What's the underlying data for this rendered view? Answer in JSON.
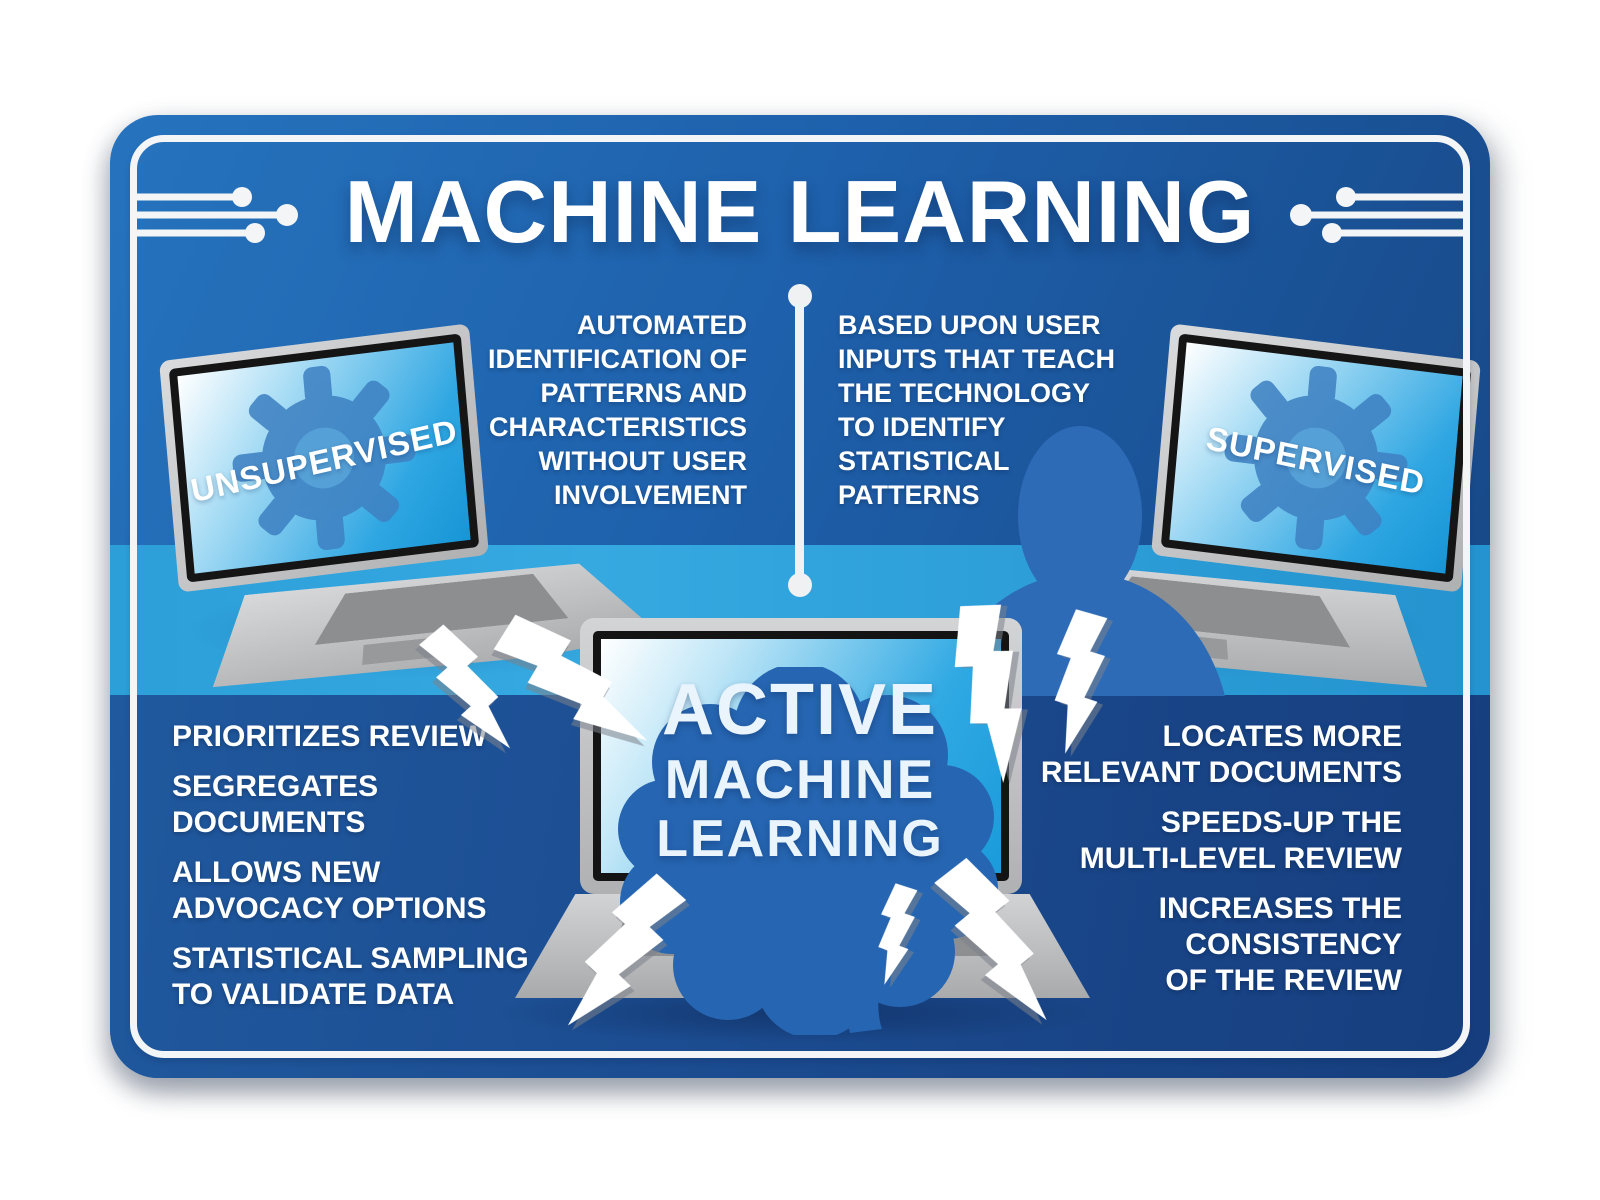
{
  "title": "MACHINE LEARNING",
  "unsupervised": {
    "label": "UNSUPERVISED",
    "description": [
      "AUTOMATED",
      "IDENTIFICATION OF",
      "PATTERNS AND",
      "CHARACTERISTICS",
      "WITHOUT USER",
      "INVOLVEMENT"
    ],
    "benefits": [
      [
        "PRIORITIZES REVIEW"
      ],
      [
        "SEGREGATES",
        "DOCUMENTS"
      ],
      [
        "ALLOWS NEW",
        "ADVOCACY OPTIONS"
      ],
      [
        "STATISTICAL SAMPLING",
        "TO VALIDATE DATA"
      ]
    ]
  },
  "supervised": {
    "label": "SUPERVISED",
    "description": [
      "BASED UPON USER",
      "INPUTS THAT TEACH",
      "THE TECHNOLOGY",
      "TO IDENTIFY",
      "STATISTICAL",
      "PATTERNS"
    ],
    "benefits": [
      [
        "LOCATES MORE",
        "RELEVANT DOCUMENTS"
      ],
      [
        "SPEEDS-UP THE",
        "MULTI-LEVEL REVIEW"
      ],
      [
        "INCREASES THE",
        "CONSISTENCY",
        "OF THE REVIEW"
      ]
    ]
  },
  "active": {
    "lines": [
      "ACTIVE",
      "MACHINE",
      "LEARNING"
    ]
  },
  "icons": {
    "gear": "gear-icon",
    "brain": "brain-icon",
    "bolt": "lightning-bolt-icon",
    "circuit": "circuit-trace-icon",
    "person": "user-silhouette-icon"
  },
  "colors": {
    "card_blue_top": "#2673BD",
    "card_blue_bottom": "#16437F",
    "band_blue": "#2E9FD9",
    "bottom_navy": "#1C4D92",
    "screen_blue": "#2EA6E2",
    "gear_blue": "#3F82C3",
    "brain_blue": "#2665B1",
    "person_blue": "#2D6BB7",
    "text_white": "#FFFFFF",
    "border_white": "#F3F5F6"
  }
}
